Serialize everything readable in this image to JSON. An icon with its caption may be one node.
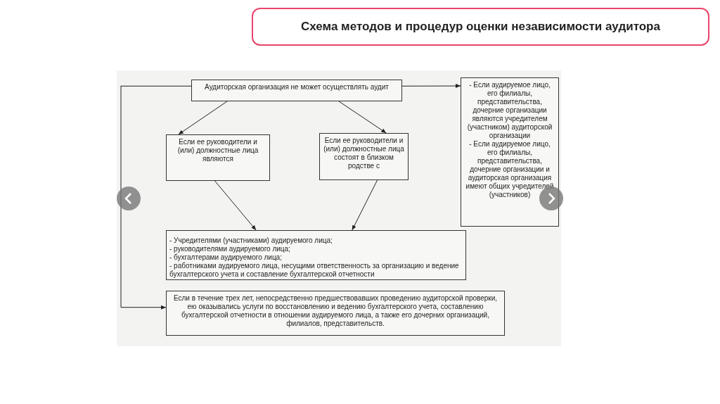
{
  "diagram": {
    "title": "Схема методов и процедур оценки независимости аудитора",
    "nodes": [
      {
        "text": [
          "Аудиторская организация не может осуществлять аудит"
        ]
      },
      {
        "text": [
          "Если ее руководители и (или) должностные лица являются"
        ]
      },
      {
        "text": [
          "Если ее руководители и (или) должностные лица состоят в близком родстве с"
        ]
      },
      {
        "text": [
          "- Если аудируемое лицо, его филиалы, представительства, дочерние организации являются учредителем (участником) аудиторской организации",
          "- Если аудируемое лицо, его филиалы, представительства, дочерние организации и аудиторская организация имеют общих учредителей (участников)"
        ]
      },
      {
        "text": [
          "- Учредителями (участниками) аудируемого лица;",
          "- руководителями аудируемого лица;",
          "- бухгалтерами аудируемого лица;",
          "- работниками аудируемого лица, несущими ответственность за организацию и ведение бухгалтерского учета и составление бухгалтерской отчетности"
        ]
      },
      {
        "text": [
          "Если в течение трех лет, непосредственно предшествовавших проведению аудиторской проверки, ею оказывались услуги по восстановлению и ведению бухгалтерского учета, составлению бухгалтерской отчетности в отношении аудируемого лица, а также его дочерних организаций, филиалов, представительств."
        ]
      }
    ],
    "edges": [
      {
        "from": 0,
        "to": 3,
        "arrow": "to"
      },
      {
        "from": 0,
        "to": 1,
        "arrow": "to"
      },
      {
        "from": 0,
        "to": 2,
        "arrow": "to"
      },
      {
        "from": 1,
        "to": 4,
        "arrow": "to"
      },
      {
        "from": 2,
        "to": 4,
        "arrow": "to"
      },
      {
        "from": 0,
        "to": 5,
        "arrow": "to"
      }
    ]
  }
}
